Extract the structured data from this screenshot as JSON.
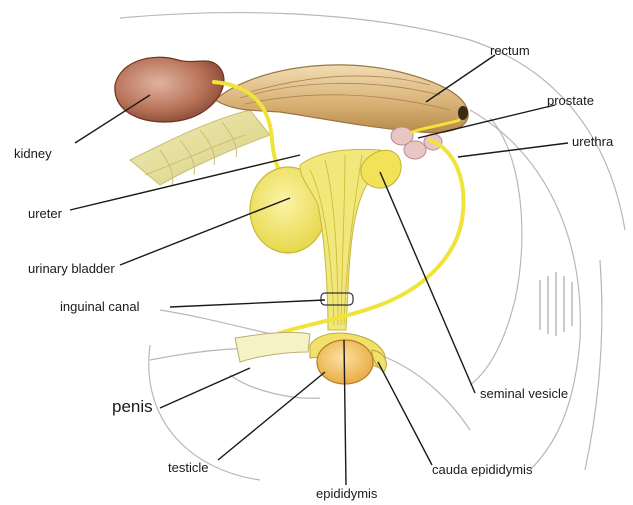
{
  "labels": {
    "kidney": "kidney",
    "ureter": "ureter",
    "urinary_bladder": "urinary bladder",
    "inguinal_canal": "inguinal canal",
    "penis": "penis",
    "testicle": "testicle",
    "epididymis": "epididymis",
    "cauda_epididymis": "cauda epididymis",
    "seminal_vesicle": "seminal vesicle",
    "urethra": "urethra",
    "prostate": "prostate",
    "rectum": "rectum"
  },
  "colors": {
    "kidney": "#a8634a",
    "rectum": "#d8b67a",
    "yellow_duct": "#f0e33a",
    "bladder": "#f2e56a",
    "prostate": "#e8c4c4",
    "testicle": "#f2c25a",
    "outline": "#b0b0b0",
    "leader": "#1a1a1a"
  }
}
